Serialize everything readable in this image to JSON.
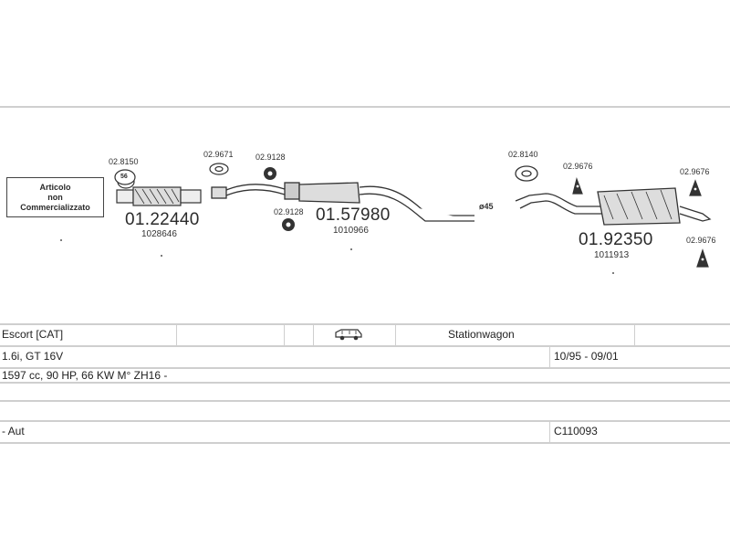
{
  "note_box": {
    "line1": "Articolo",
    "line2": "non",
    "line3": "Commercializzato"
  },
  "parts": {
    "p_028150": "02.8150",
    "p_028150_badge": "56",
    "p_029671": "02.9671",
    "p_029128_top": "02.9128",
    "p_029128_bottom": "02.9128",
    "p_028140": "02.8140",
    "p_029676_a": "02.9676",
    "p_029676_b": "02.9676",
    "p_029676_c": "02.9676",
    "main_1": {
      "code": "01.22440",
      "ref": "1028646"
    },
    "main_2": {
      "code": "01.57980",
      "ref": "1010966"
    },
    "main_3": {
      "code": "01.92350",
      "ref": "1011913"
    },
    "diameter": "ø45"
  },
  "vehicle_table": {
    "row1": {
      "model": "Escort  [CAT]",
      "body": "Stationwagon"
    },
    "row2": {
      "engine": "1.6i, GT 16V",
      "years": "10/95 - 09/01"
    },
    "row3": {
      "spec": "1597 cc, 90 HP, 66 KW M° ZH16 -"
    },
    "row5": {
      "trans": "- Aut",
      "code": "C110093"
    }
  },
  "icons": {
    "vehicle": "station-wagon-icon"
  }
}
